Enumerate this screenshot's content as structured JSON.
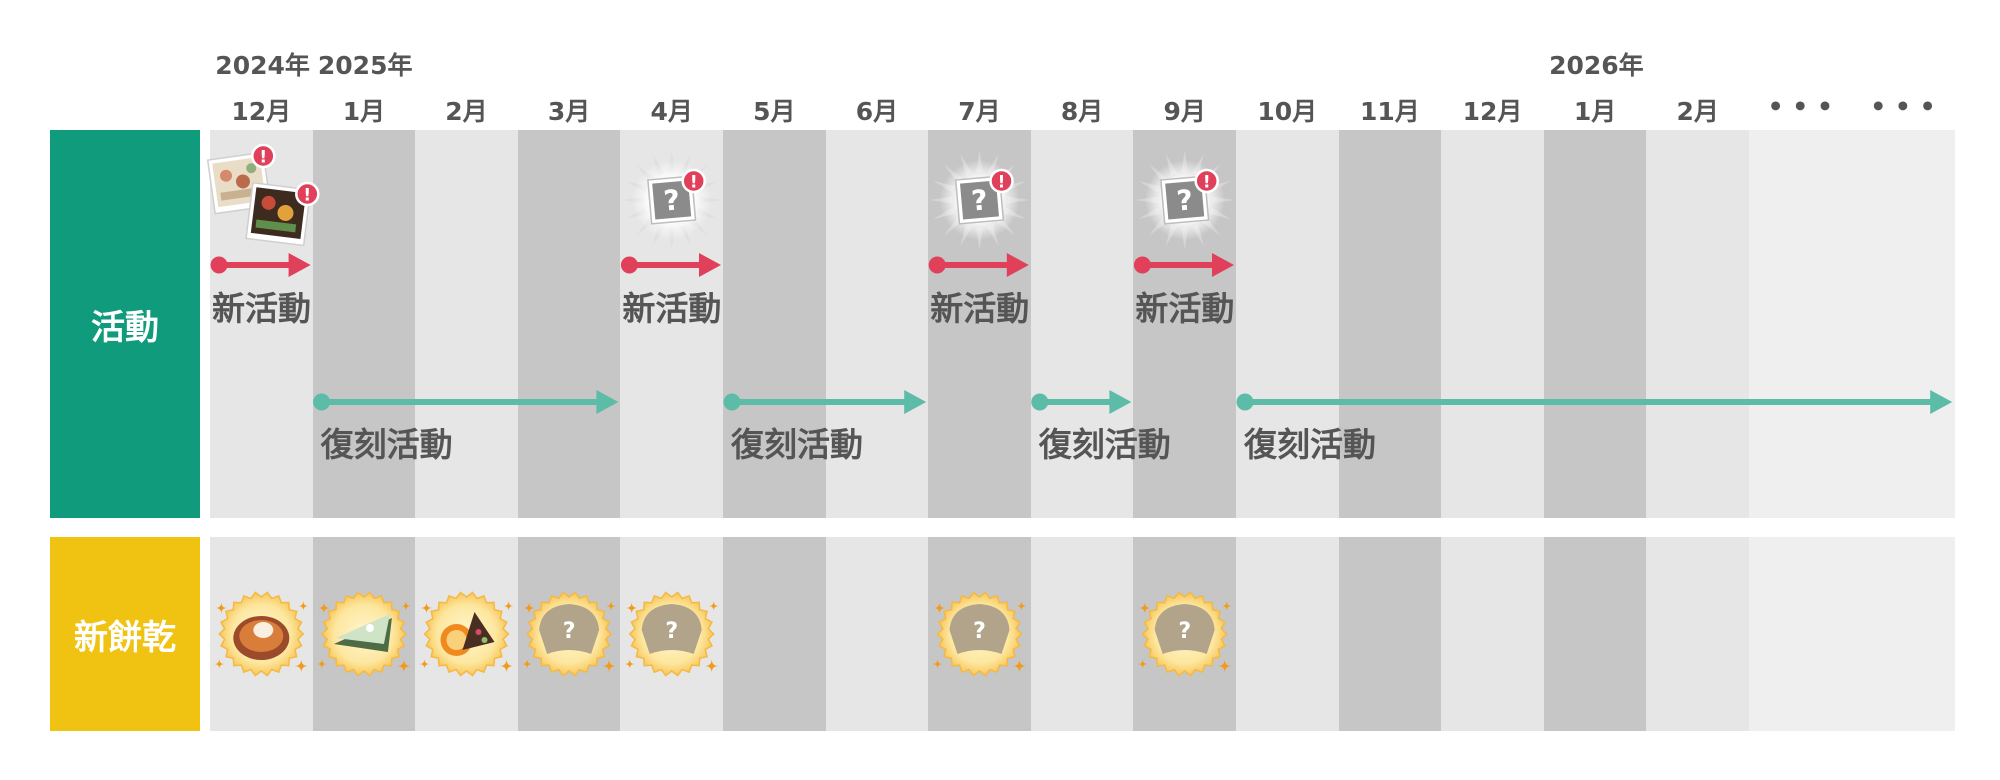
{
  "years": [
    {
      "label": "2024年",
      "column": 0
    },
    {
      "label": "2025年",
      "column": 1
    },
    {
      "label": "2026年",
      "column": 13
    }
  ],
  "months": [
    "12月",
    "1月",
    "2月",
    "3月",
    "4月",
    "5月",
    "6月",
    "7月",
    "8月",
    "9月",
    "10月",
    "11月",
    "12月",
    "1月",
    "2月",
    "• • •",
    "• • •"
  ],
  "rows": {
    "events": {
      "label": "活動",
      "color": "#119b7d"
    },
    "cookies": {
      "label": "新餅乾",
      "color": "#f0c211"
    }
  },
  "colors": {
    "band_light": "#e6e6e6",
    "band_dark": "#c6c6c6",
    "band_pale": "#efefef",
    "new_arrow": "#e0405a",
    "rerun_arrow": "#5cbca8",
    "text": "#555555"
  },
  "new_events": [
    {
      "label": "新活動",
      "start": 0,
      "end": 1,
      "icon": "event-photos-icon"
    },
    {
      "label": "新活動",
      "start": 4,
      "end": 5,
      "icon": "mystery-event-icon"
    },
    {
      "label": "新活動",
      "start": 7,
      "end": 8,
      "icon": "mystery-event-icon"
    },
    {
      "label": "新活動",
      "start": 9,
      "end": 10,
      "icon": "mystery-event-icon"
    }
  ],
  "rerun_events": [
    {
      "label": "復刻活動",
      "start": 1,
      "end": 4
    },
    {
      "label": "復刻活動",
      "start": 5,
      "end": 7
    },
    {
      "label": "復刻活動",
      "start": 8,
      "end": 9
    },
    {
      "label": "復刻活動",
      "start": 10,
      "end": 17
    }
  ],
  "cookies": [
    {
      "column": 0,
      "kind": "known",
      "icon": "cookie-pie-icon"
    },
    {
      "column": 1,
      "kind": "known",
      "icon": "cookie-matcha-icon"
    },
    {
      "column": 2,
      "kind": "known",
      "icon": "cookie-orange-choco-icon"
    },
    {
      "column": 3,
      "kind": "mystery",
      "icon": "mystery-cookie-icon",
      "mark": "?"
    },
    {
      "column": 4,
      "kind": "mystery",
      "icon": "mystery-cookie-icon",
      "mark": "?"
    },
    {
      "column": 7,
      "kind": "mystery",
      "icon": "mystery-cookie-icon",
      "mark": "?"
    },
    {
      "column": 9,
      "kind": "mystery",
      "icon": "mystery-cookie-icon",
      "mark": "?"
    }
  ],
  "marks": {
    "question": "?",
    "alert": "!"
  }
}
